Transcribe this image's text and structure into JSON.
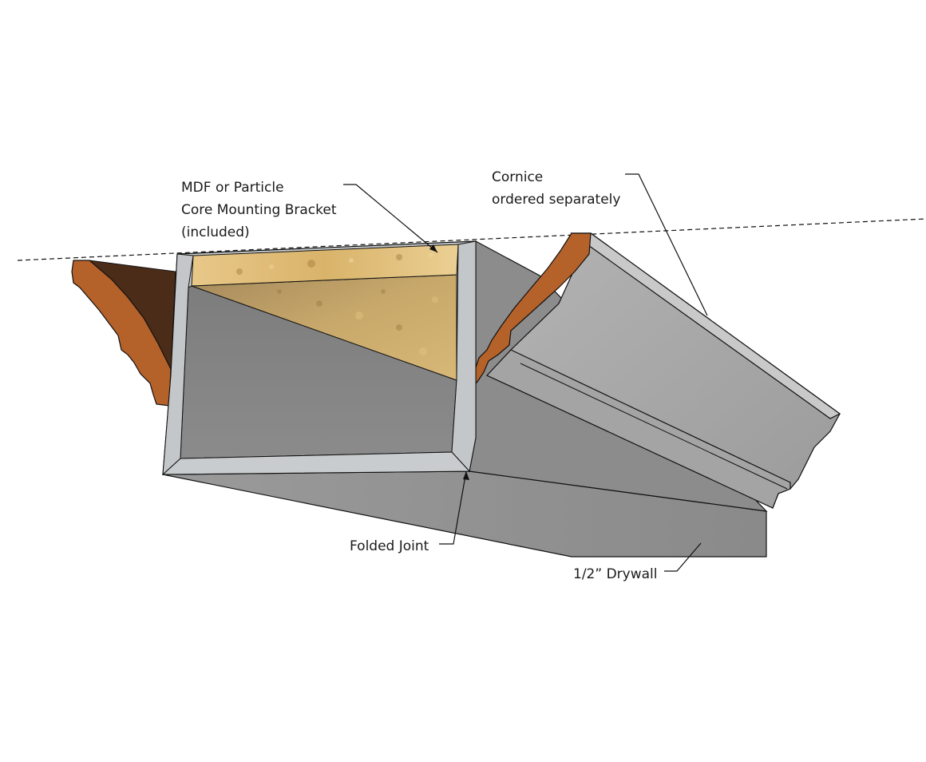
{
  "labels": {
    "mdf_bracket": {
      "line1": "MDF or Particle",
      "line2": "Core Mounting Bracket",
      "line3": "(included)"
    },
    "cornice": {
      "line1": "Cornice",
      "line2": "ordered separately"
    },
    "folded_joint": "Folded Joint",
    "drywall": "1/2” Drywall"
  },
  "colors": {
    "drywall_face": "#8e8e8e",
    "drywall_light": "#a9a9a9",
    "drywall_edge": "#c4c7c9",
    "core_wood": "#d9b36a",
    "core_wood_dark": "#b89152",
    "cornice_wood": "#b5612a",
    "cornice_shadow": "#4a2c18",
    "line": "#111111"
  }
}
